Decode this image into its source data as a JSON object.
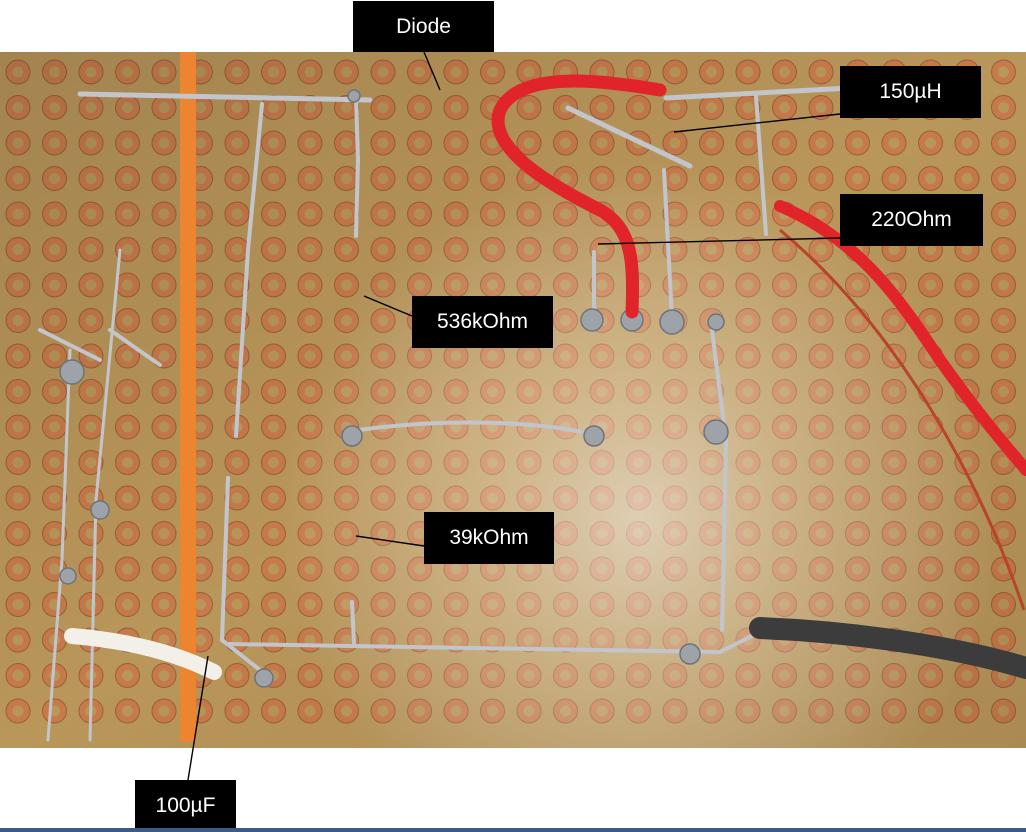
{
  "photo": {
    "subject": "soldered-perfboard-circuit",
    "board_color": "#b9965a",
    "pad_color": "#c77a4a",
    "marker_stripe_color": "#ec8430",
    "wire_red": "#e0242a",
    "wire_black": "#3c3c3c",
    "wire_white": "#f2f0e8",
    "solder_color": "#b8bcc2"
  },
  "labels": {
    "diode": "Diode",
    "inductor": "150µH",
    "resistor_220": "220Ohm",
    "resistor_536k": "536kOhm",
    "resistor_39k": "39kOhm",
    "capacitor": "100µF"
  }
}
